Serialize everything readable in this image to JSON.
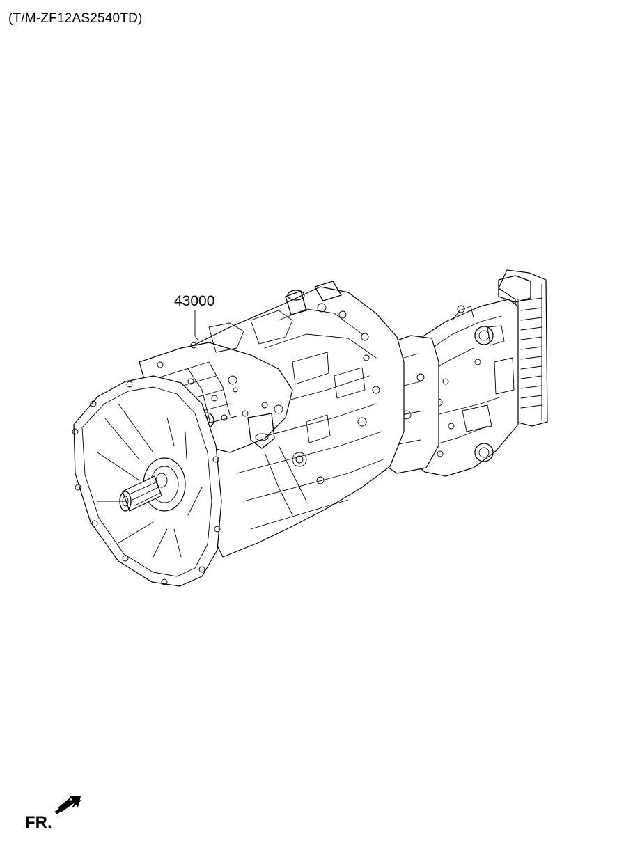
{
  "diagram": {
    "model_code": "(T/M-ZF12AS2540TD)",
    "part_number": "43000",
    "direction_label": "FR."
  }
}
